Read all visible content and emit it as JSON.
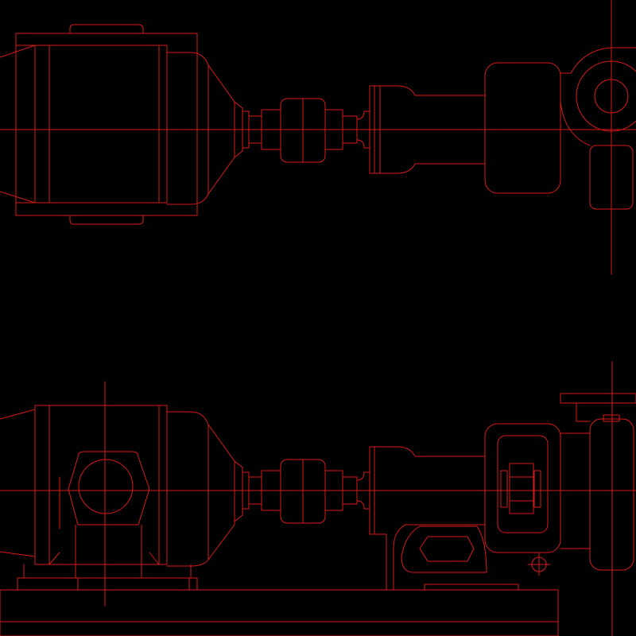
{
  "drawing": {
    "background_color": "#000000",
    "line_color": "#d91a1a",
    "views": [
      {
        "id": "top-view",
        "components": [
          "gear-reducer",
          "coupling",
          "pump-bearing-frame",
          "pump-casing"
        ]
      },
      {
        "id": "side-view",
        "components": [
          "gear-reducer",
          "coupling",
          "bearing-frame",
          "pump-casing",
          "base-plate"
        ]
      }
    ]
  }
}
